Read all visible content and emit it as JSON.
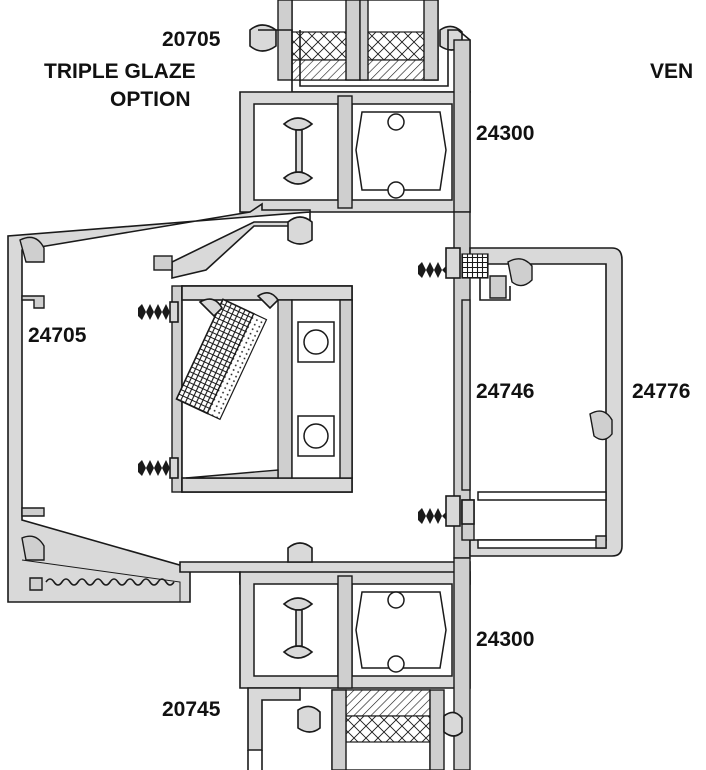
{
  "labels": {
    "top_profile": "20705",
    "triple_glaze_line1": "TRIPLE GLAZE",
    "triple_glaze_line2": "OPTION",
    "vent_cut": "VEN",
    "upper_mullion": "24300",
    "left_profile": "24705",
    "center_profile": "24746",
    "right_profile": "24776",
    "lower_mullion": "24300",
    "bottom_profile": "20745"
  },
  "colors": {
    "aluminum": "#d9d9d9",
    "outline": "#1a1a1a",
    "background": "#ffffff"
  }
}
